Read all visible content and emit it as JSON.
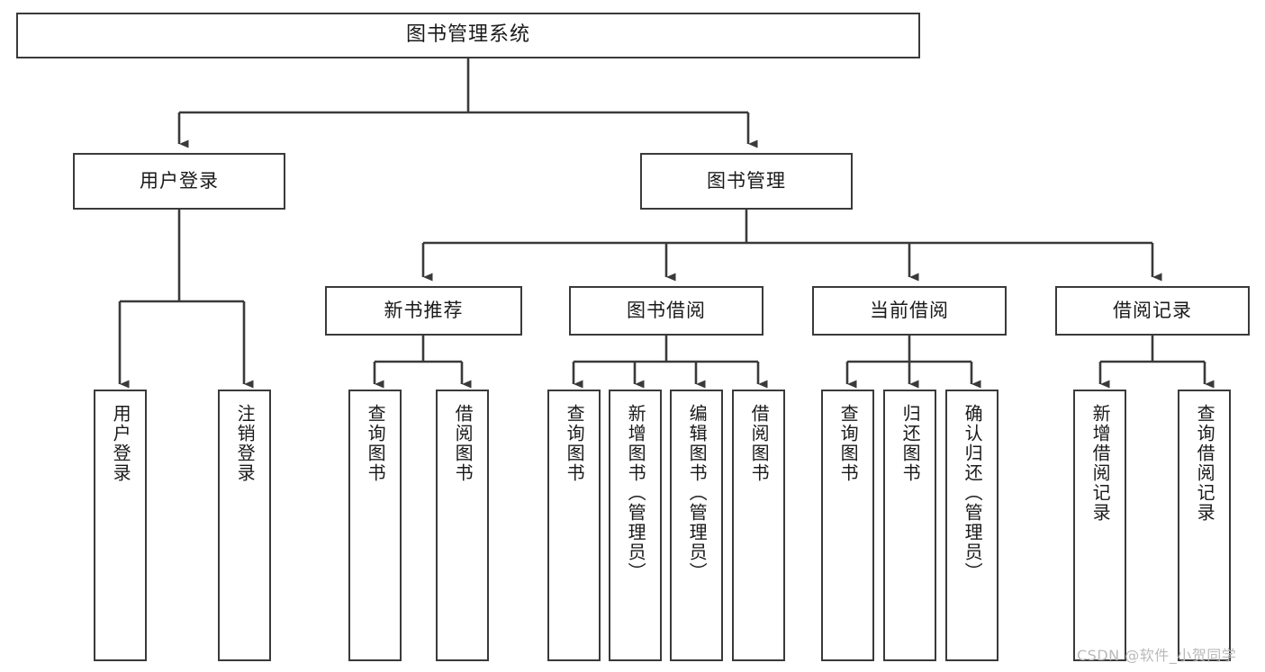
{
  "diagram": {
    "type": "tree-hierarchy-chart",
    "title_node": {
      "label": "图书管理系统"
    },
    "level2": [
      {
        "id": "user-login",
        "label": "用户登录"
      },
      {
        "id": "book-management",
        "label": "图书管理"
      }
    ],
    "level3": [
      {
        "id": "new-book-recommend",
        "label": "新书推荐"
      },
      {
        "id": "book-borrow",
        "label": "图书借阅"
      },
      {
        "id": "current-borrow",
        "label": "当前借阅"
      },
      {
        "id": "borrow-record",
        "label": "借阅记录"
      }
    ],
    "leaves": [
      {
        "id": "leaf-user-login",
        "label": "用户登录",
        "parent": "用户登录"
      },
      {
        "id": "leaf-logout-login",
        "label": "注销登录",
        "parent": "用户登录"
      },
      {
        "id": "leaf-query-book-1",
        "label": "查询图书",
        "parent": "新书推荐"
      },
      {
        "id": "leaf-borrow-book-1",
        "label": "借阅图书",
        "parent": "新书推荐"
      },
      {
        "id": "leaf-query-book-2",
        "label": "查询图书",
        "parent": "图书借阅"
      },
      {
        "id": "leaf-add-book-admin",
        "label": "新增图书（管理员）",
        "parent": "图书借阅"
      },
      {
        "id": "leaf-edit-book-admin",
        "label": "编辑图书（管理员）",
        "parent": "图书借阅"
      },
      {
        "id": "leaf-borrow-book-2",
        "label": "借阅图书",
        "parent": "图书借阅"
      },
      {
        "id": "leaf-query-book-3",
        "label": "查询图书",
        "parent": "当前借阅"
      },
      {
        "id": "leaf-return-book",
        "label": "归还图书",
        "parent": "当前借阅"
      },
      {
        "id": "leaf-confirm-return-admin",
        "label": "确认归还（管理员）",
        "parent": "当前借阅"
      },
      {
        "id": "leaf-add-borrow-record",
        "label": "新增借阅记录",
        "parent": "借阅记录"
      },
      {
        "id": "leaf-query-borrow-record",
        "label": "查询借阅记录",
        "parent": "借阅记录"
      }
    ],
    "colors": {
      "stroke": "#3a3a3a",
      "fill": "#ffffff",
      "text": "#1a1a1a",
      "watermark": "#b9b9b9"
    }
  },
  "watermark": {
    "text": "CSDN @软件_小贺同学"
  }
}
